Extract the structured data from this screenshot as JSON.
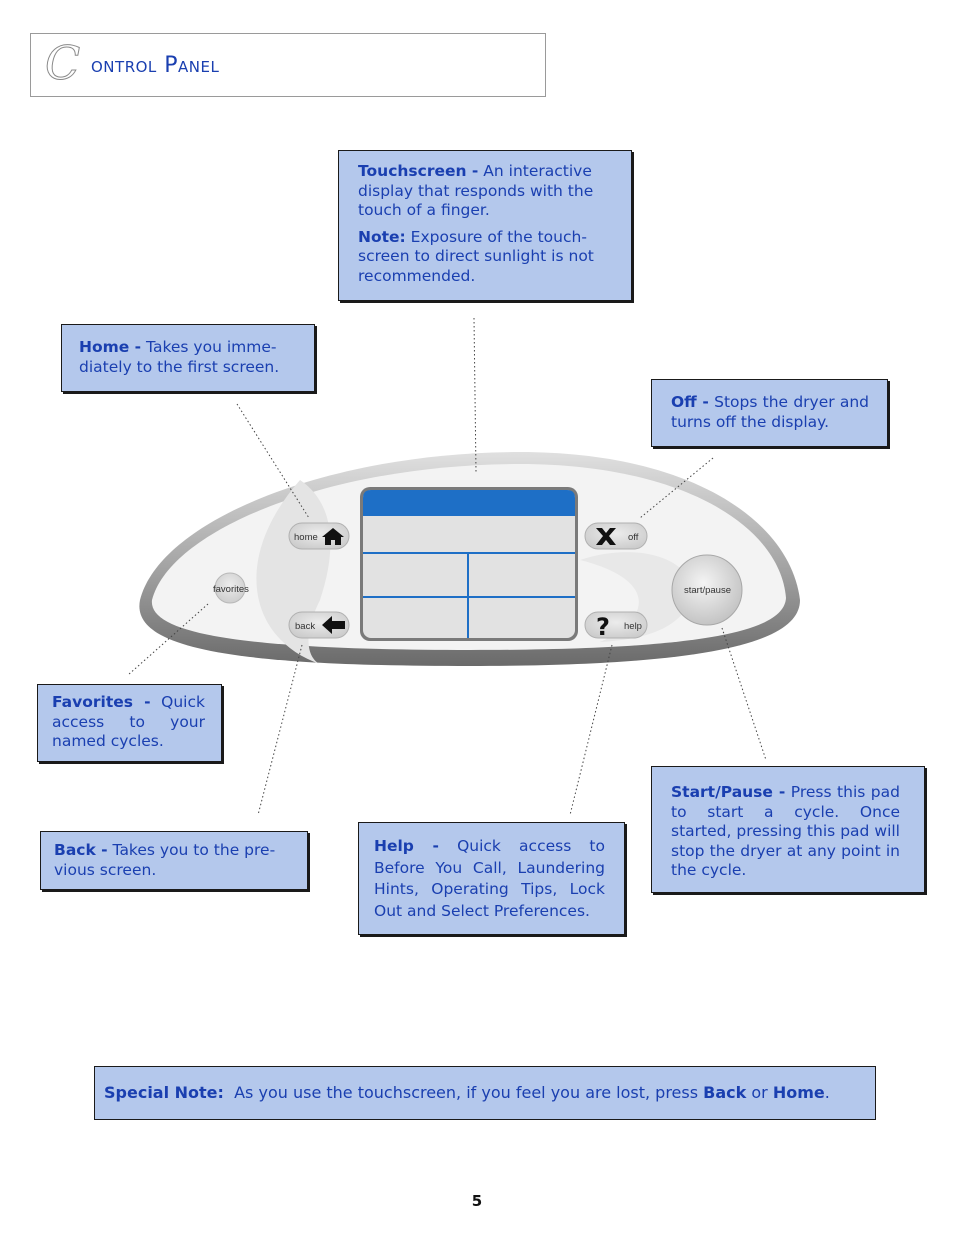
{
  "header": {
    "title_initial": "C",
    "title_rest": "ontrol Panel"
  },
  "callouts": {
    "touchscreen": {
      "term": "Touchscreen -",
      "desc": " An interactive display that responds with the touch of a finger.",
      "note_term": "Note:",
      "note_desc": " Exposure of the touch-screen to direct sunlight is not recommended."
    },
    "home": {
      "term": "Home -",
      "desc": " Takes you imme-diately to the first screen."
    },
    "off": {
      "term": "Off -",
      "desc": " Stops the dryer and turns off the display."
    },
    "favorites": {
      "term": "Favorites -",
      "desc": " Quick access to your named cycles."
    },
    "back": {
      "term": "Back -",
      "desc": " Takes you to the pre-vious screen."
    },
    "help": {
      "term": "Help -",
      "desc": " Quick access to Before You Call, Laundering Hints, Operating Tips, Lock Out and Select Preferences."
    },
    "start_pause": {
      "term": "Start/Pause -",
      "desc": " Press this pad to start a cycle. Once started, pressing this pad will stop the dryer at any point in the cycle."
    }
  },
  "panel_buttons": {
    "home": "home",
    "off": "off",
    "favorites": "favorites",
    "back": "back",
    "help": "help",
    "start_pause": "start/pause"
  },
  "special_note": {
    "term": "Special Note:",
    "text": "  As you use the touchscreen, if you feel you are lost, press ",
    "back": "Back",
    "or": " or ",
    "home": "Home",
    "end": "."
  },
  "page_number": "5",
  "colors": {
    "callout_bg": "#b4c8ec",
    "text_blue": "#1a3fb0",
    "screen_header": "#1e6fc6"
  }
}
